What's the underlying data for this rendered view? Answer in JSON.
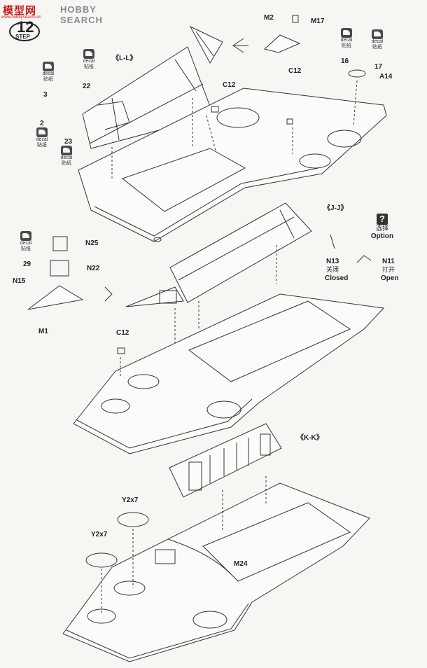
{
  "watermark": {
    "site": "模型网",
    "search": "HOBBY SEARCH",
    "url": "www.hobbysearch.cn"
  },
  "step": {
    "number": "12",
    "word": "STEP"
  },
  "decal": {
    "en": "decal",
    "cn": "贴纸"
  },
  "views": {
    "ll": "《L-L》",
    "jj": "《J-J》",
    "kk": "《K-K》"
  },
  "parts": {
    "m2": "M2",
    "m17": "M17",
    "c12": "C12",
    "a14": "A14",
    "n25": "N25",
    "n22": "N22",
    "n15": "N15",
    "m1": "M1",
    "n13": "N13",
    "n11": "N11",
    "y2x7": "Y2x7",
    "m24": "M24"
  },
  "decal_numbers": {
    "d3": "3",
    "d2": "2",
    "d22": "22",
    "d23": "23",
    "d16": "16",
    "d17": "17",
    "d29": "29"
  },
  "option": {
    "cn": "选择",
    "en": "Option"
  },
  "closed": {
    "cn": "关闭",
    "en": "Closed"
  },
  "open": {
    "cn": "打开",
    "en": "Open"
  }
}
